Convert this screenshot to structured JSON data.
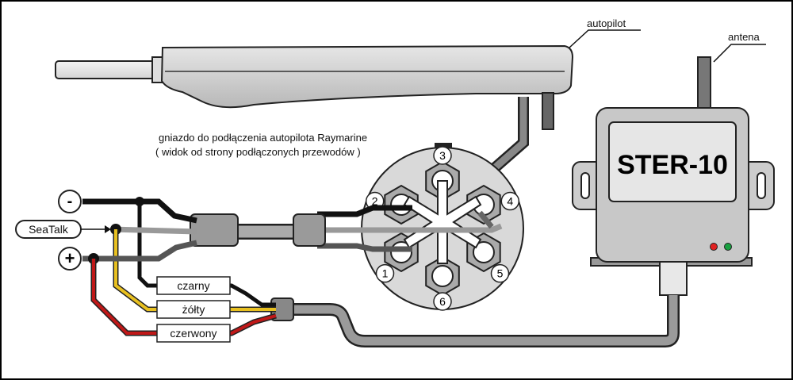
{
  "labels": {
    "autopilot": "autopilot",
    "antenna": "antena",
    "socket_line1": "gniazdo do podłączenia autopilota Raymarine",
    "socket_line2": "( widok od strony podłączonych przewodów )",
    "device": "STER-10",
    "seatalk": "SeaTalk",
    "minus": "-",
    "plus": "+",
    "wire_black": "czarny",
    "wire_yellow": "żółty",
    "wire_red": "czerwony"
  },
  "pins": [
    "3",
    "4",
    "5",
    "6",
    "1",
    "2"
  ],
  "colors": {
    "wire_black": "#111111",
    "wire_yellow": "#e8c020",
    "wire_red": "#c01818",
    "wire_grey": "#6e6e6e",
    "body_grey": "#cfcfcf",
    "led_red": "#e02020",
    "led_green": "#18a040"
  }
}
